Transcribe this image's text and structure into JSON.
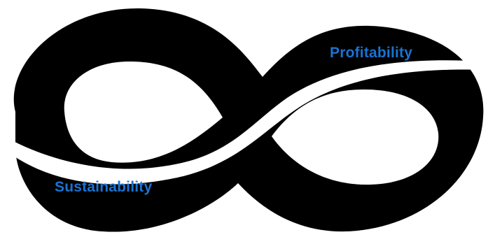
{
  "labels": {
    "profitability": "Profitability",
    "sustainability": "Sustainability"
  },
  "colors": {
    "ribbon": "#000000",
    "background": "#ffffff",
    "label": "#1a73d1"
  },
  "icon": "infinity-symbol"
}
